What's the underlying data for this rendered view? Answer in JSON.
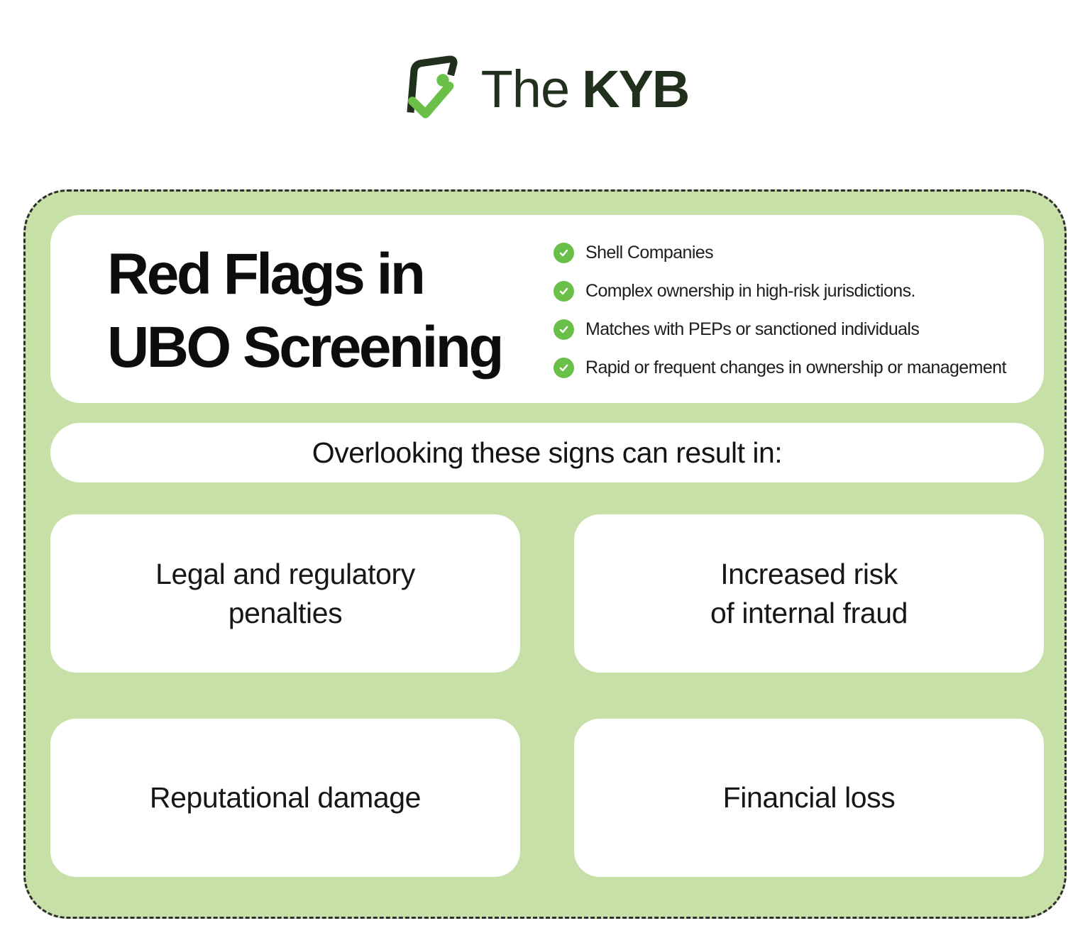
{
  "logo": {
    "word_light": "The",
    "word_bold": "KYB"
  },
  "colors": {
    "panel_green": "#c7e0a7",
    "accent_green": "#6abf48",
    "logo_dark": "#20301d",
    "text_dark": "#171717",
    "dashed_border": "#2e2e2e"
  },
  "header": {
    "title_line1": "Red Flags in",
    "title_line2": "UBO Screening",
    "bullets": [
      "Shell Companies",
      "Complex ownership in high-risk jurisdictions.",
      "Matches with PEPs or sanctioned individuals",
      "Rapid or frequent changes in ownership or management"
    ]
  },
  "band": {
    "text": "Overlooking these signs can result in:"
  },
  "cards": [
    {
      "label": "Legal and regulatory\npenalties"
    },
    {
      "label": "Increased risk\nof internal fraud"
    },
    {
      "label": "Reputational damage"
    },
    {
      "label": "Financial loss"
    }
  ]
}
